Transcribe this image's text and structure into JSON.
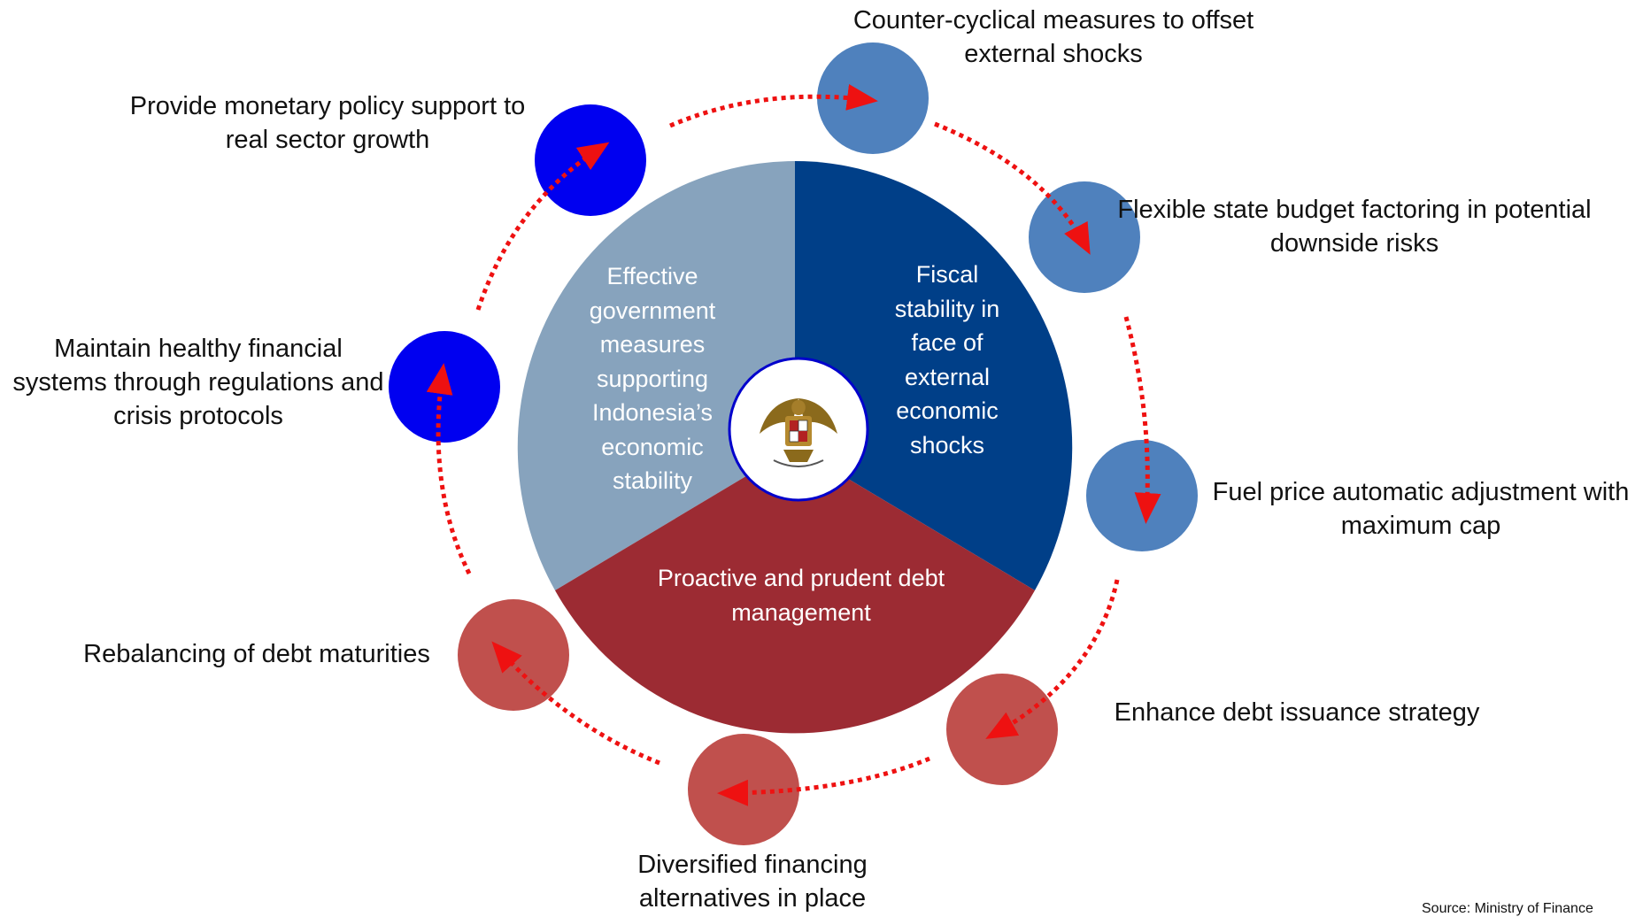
{
  "center": {
    "segments": {
      "government": {
        "label": "Effective\ngovernment\nmeasures\nsupporting\nIndonesia’s\neconomic\nstability",
        "color": "#87A3BD"
      },
      "fiscal": {
        "label": "Fiscal\nstability in\nface of\nexternal\neconomic\nshocks",
        "color": "#003F88"
      },
      "debt": {
        "label": "Proactive and prudent debt\nmanagement",
        "color": "#9C2B33"
      }
    },
    "emblem": "garuda-pancasila-emblem"
  },
  "nodes": {
    "counter_cyclical": {
      "label": "Counter-cyclical measures to offset\nexternal shocks",
      "color": "#4F81BD"
    },
    "flexible_budget": {
      "label": "Flexible state budget factoring in potential\ndownside risks",
      "color": "#4F81BD"
    },
    "fuel_price": {
      "label": "Fuel price automatic adjustment with\nmaximum cap",
      "color": "#4F81BD"
    },
    "debt_issuance": {
      "label": "Enhance debt issuance strategy",
      "color": "#C0504D"
    },
    "diversified_financing": {
      "label": "Diversified financing\nalternatives in place",
      "color": "#C0504D"
    },
    "debt_maturities": {
      "label": "Rebalancing of debt maturities",
      "color": "#C0504D"
    },
    "financial_systems": {
      "label": "Maintain healthy financial\nsystems through regulations and\ncrisis protocols",
      "color": "#0000F0"
    },
    "monetary_policy": {
      "label": "Provide monetary policy support to\nreal sector growth",
      "color": "#0000F0"
    }
  },
  "arrow_color": "#EE1111",
  "source": "Source: Ministry of Finance"
}
